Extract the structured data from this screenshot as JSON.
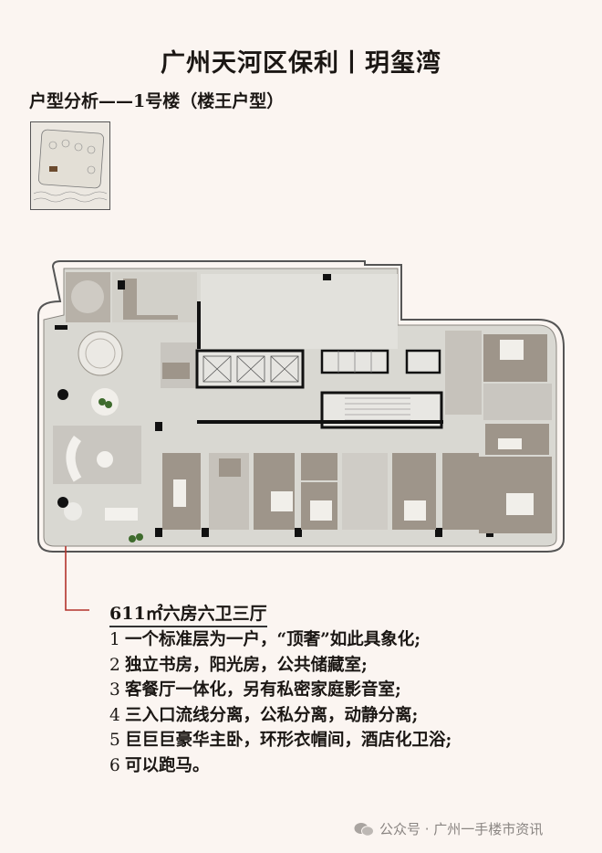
{
  "header": {
    "title": "广州天河区保利丨玥玺湾",
    "subtitle": "户型分析——1号楼（楼王户型）"
  },
  "floorplan": {
    "area_label": "611㎡六房六卫三厅",
    "features": [
      {
        "num": "1",
        "text": "一个标准层为一户，“顶奢”如此具象化;"
      },
      {
        "num": "2",
        "text": "独立书房，阳光房，公共储藏室;"
      },
      {
        "num": "3",
        "text": "客餐厅一体化，另有私密家庭影音室;"
      },
      {
        "num": "4",
        "text": "三入口流线分离，公私分离，动静分离;"
      },
      {
        "num": "5",
        "text": "巨巨巨豪华主卧，环形衣帽间，酒店化卫浴;"
      },
      {
        "num": "6",
        "text": "可以跑马。"
      }
    ]
  },
  "footer": {
    "source": "公众号 · 广州一手楼市资讯",
    "icon": "wechat-icon"
  },
  "colors": {
    "background": "#fbf5f1",
    "accent_line": "#b3332c",
    "floor": "#d9d8d2",
    "room": "#9e958a",
    "wall": "#111111"
  }
}
